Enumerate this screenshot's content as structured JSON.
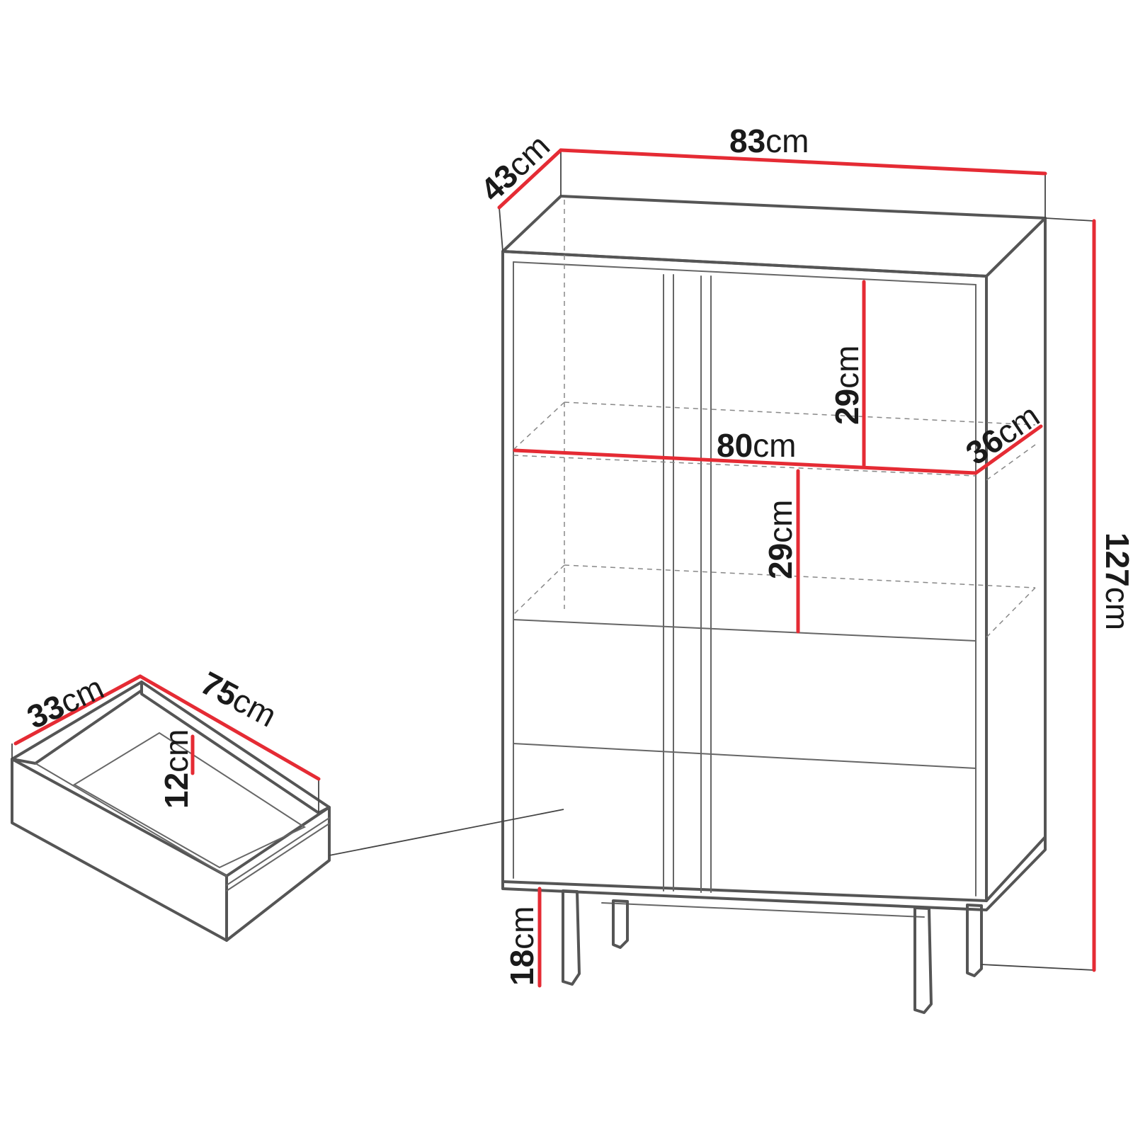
{
  "figure": "cabinet-dimension-drawing",
  "colors": {
    "dimension_line": "#e52b34",
    "outline": "#555555",
    "text": "#1a1a1a"
  },
  "dimensions": {
    "width": {
      "value": "83",
      "unit": "cm"
    },
    "depth": {
      "value": "43",
      "unit": "cm"
    },
    "height": {
      "value": "127",
      "unit": "cm"
    },
    "upper_shelf": {
      "value": "29",
      "unit": "cm"
    },
    "lower_shelf": {
      "value": "29",
      "unit": "cm"
    },
    "inner_width": {
      "value": "80",
      "unit": "cm"
    },
    "inner_depth": {
      "value": "36",
      "unit": "cm"
    },
    "leg_height": {
      "value": "18",
      "unit": "cm"
    },
    "drawer_depth": {
      "value": "33",
      "unit": "cm"
    },
    "drawer_width": {
      "value": "75",
      "unit": "cm"
    },
    "drawer_height": {
      "value": "12",
      "unit": "cm"
    }
  }
}
